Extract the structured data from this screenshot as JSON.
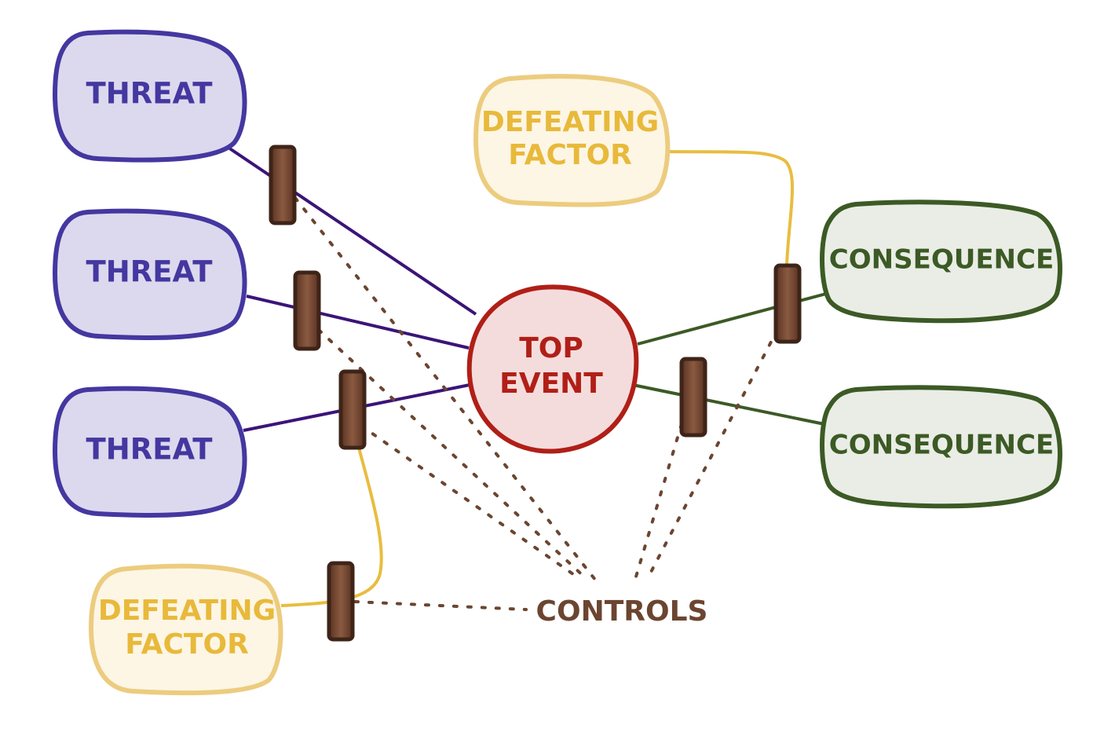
{
  "labels": {
    "threat_1": "THREAT",
    "threat_2": "THREAT",
    "threat_3": "THREAT",
    "defeating_factor_top": [
      "DEFEATING",
      "FACTOR"
    ],
    "defeating_factor_bottom": [
      "DEFEATING",
      "FACTOR"
    ],
    "top_event": [
      "TOP",
      "EVENT"
    ],
    "consequence_1": "CONSEQUENCE",
    "consequence_2": "CONSEQUENCE",
    "controls": "CONTROLS"
  },
  "colors": {
    "threat_stroke": "#4437a0",
    "threat_fill": "#dcd9ee",
    "threat_line": "#3b1478",
    "defeat_stroke": "#eccc7e",
    "defeat_fill": "#fdf6e5",
    "defeat_line": "#e8bd3f",
    "top_stroke": "#b01f17",
    "top_fill": "#f5dcdc",
    "cons_stroke": "#3c5a25",
    "cons_fill": "#eaede6",
    "control_fill": "#7a4a33",
    "control_stroke": "#3e2418",
    "controls_line": "#6b4530"
  }
}
